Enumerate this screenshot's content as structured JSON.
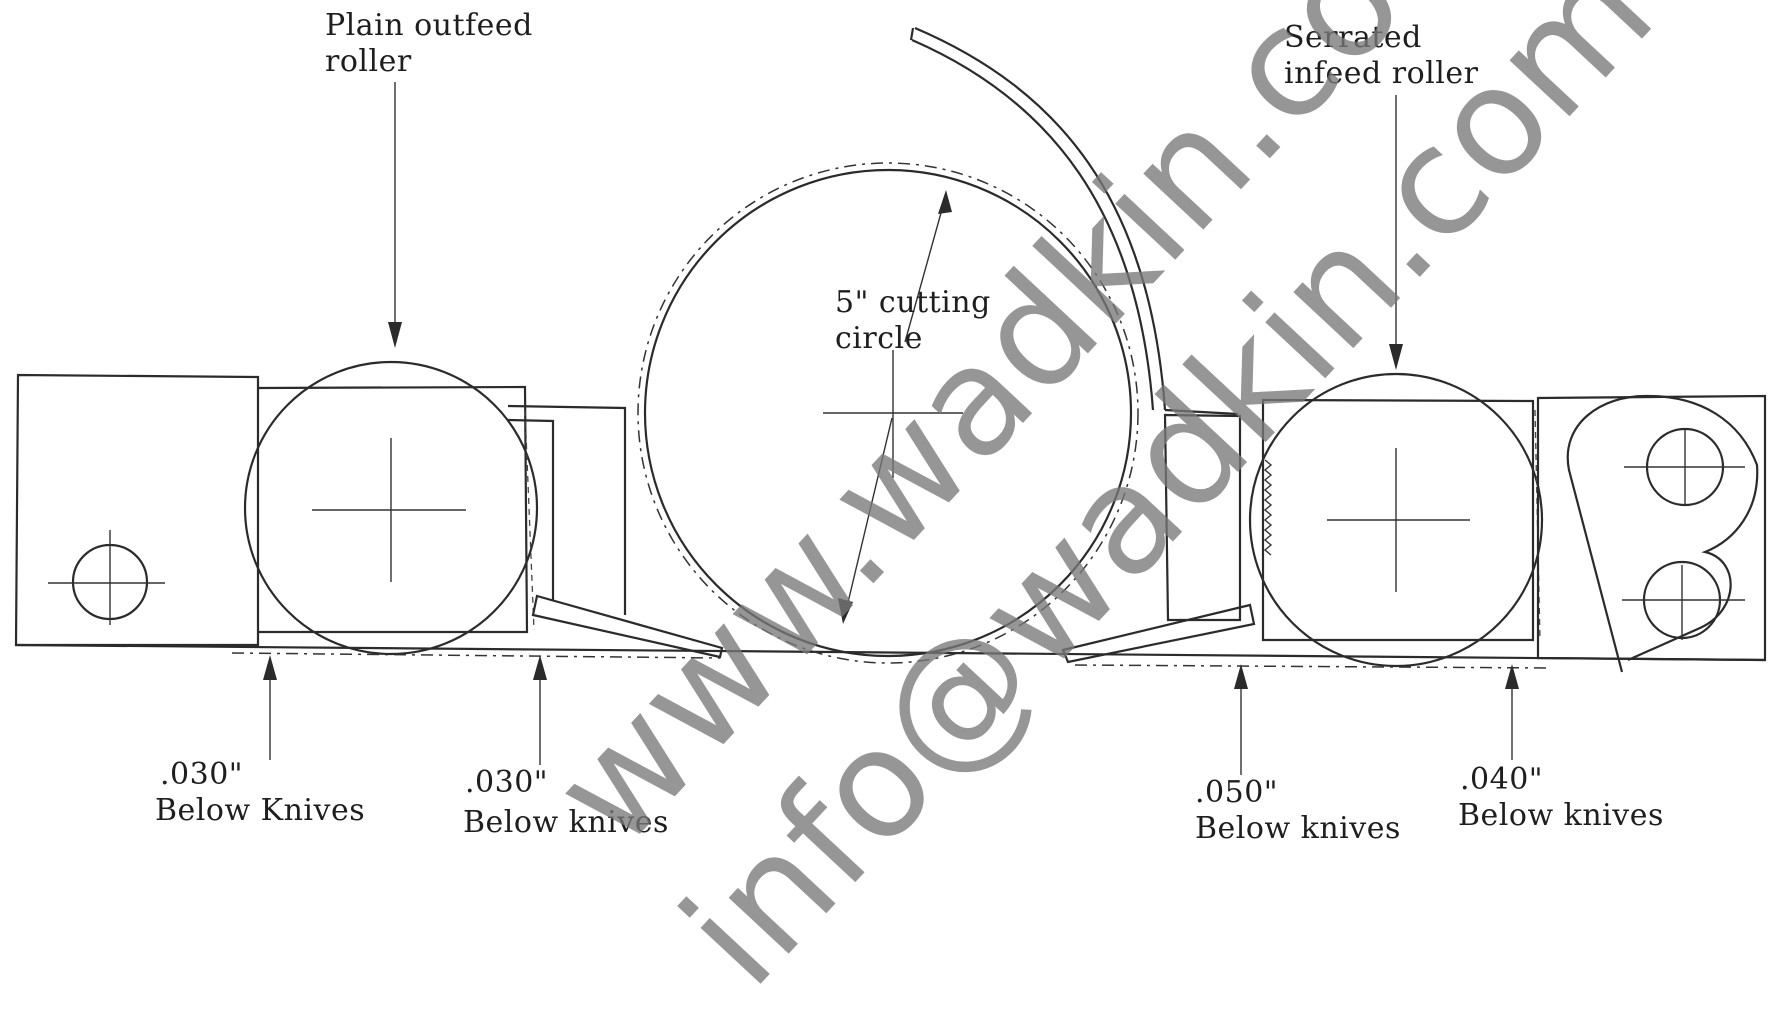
{
  "labels": {
    "outfeed": [
      "Plain outfeed",
      "roller"
    ],
    "infeed": [
      "Serrated",
      "infeed roller"
    ],
    "cutting": [
      "5\" cutting",
      "circle"
    ],
    "dim1_value": ".030\"",
    "dim1_text": "Below Knives",
    "dim2_value": ".030\"",
    "dim2_text": "Below knives",
    "dim3_value": ".050\"",
    "dim3_text": "Below knives",
    "dim4_value": ".040\"",
    "dim4_text": "Below knives"
  },
  "watermark": {
    "line1": "www.wadkin.com",
    "line2": "info@wadkin.com"
  },
  "colors": {
    "ink": "#2b2b2b",
    "watermark": "#787878"
  }
}
